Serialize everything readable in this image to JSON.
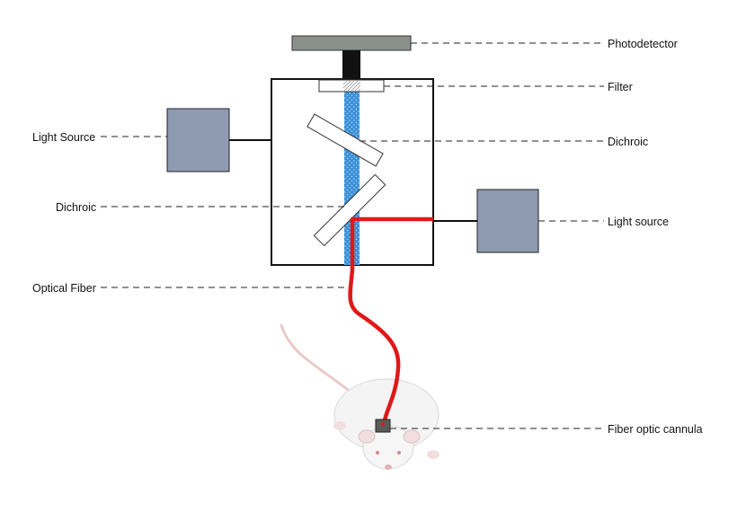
{
  "labels": {
    "photodetector": "Photodetector",
    "filter": "Filter",
    "dichroic_right": "Dichroic",
    "light_source_left": "Light Source",
    "dichroic_left": "Dichroic",
    "light_source_right": "Light source",
    "optical_fiber": "Optical Fiber",
    "fiber_optic_cannula": "Fiber optic cannula"
  },
  "colors": {
    "light_source_box": "#8f9bb1",
    "photodetector_bar": "#8a918d",
    "fiber": "#e01818",
    "beam": "#3a8fd6",
    "stem": "#111111"
  }
}
